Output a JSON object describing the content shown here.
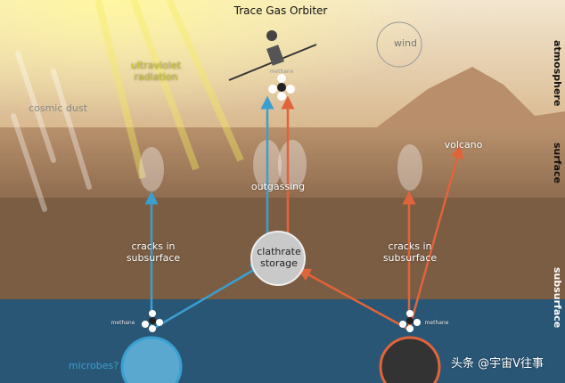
{
  "title": "Trace Gas Orbiter",
  "labels": {
    "ultraviolet": "ultraviolet\nradiation",
    "cosmic_dust": "cosmic dust",
    "wind": "wind",
    "methane_top": "methane",
    "outgassing": "outgassing",
    "volcano": "volcano",
    "cracks_left": "cracks in subsurface",
    "cracks_right": "cracks in subsurface",
    "clathrate": "clathrate storage",
    "methane_left": "methane",
    "methane_right": "methane",
    "microbes": "microbes?"
  },
  "layers": {
    "atmosphere": "atmosphere",
    "surface": "surface",
    "subsurface": "subsurface"
  },
  "watermark": "头条 @宇宙V往事",
  "colors": {
    "biological": "#3a9fd0",
    "geological": "#e0643a",
    "uv": "#c9c13a"
  }
}
